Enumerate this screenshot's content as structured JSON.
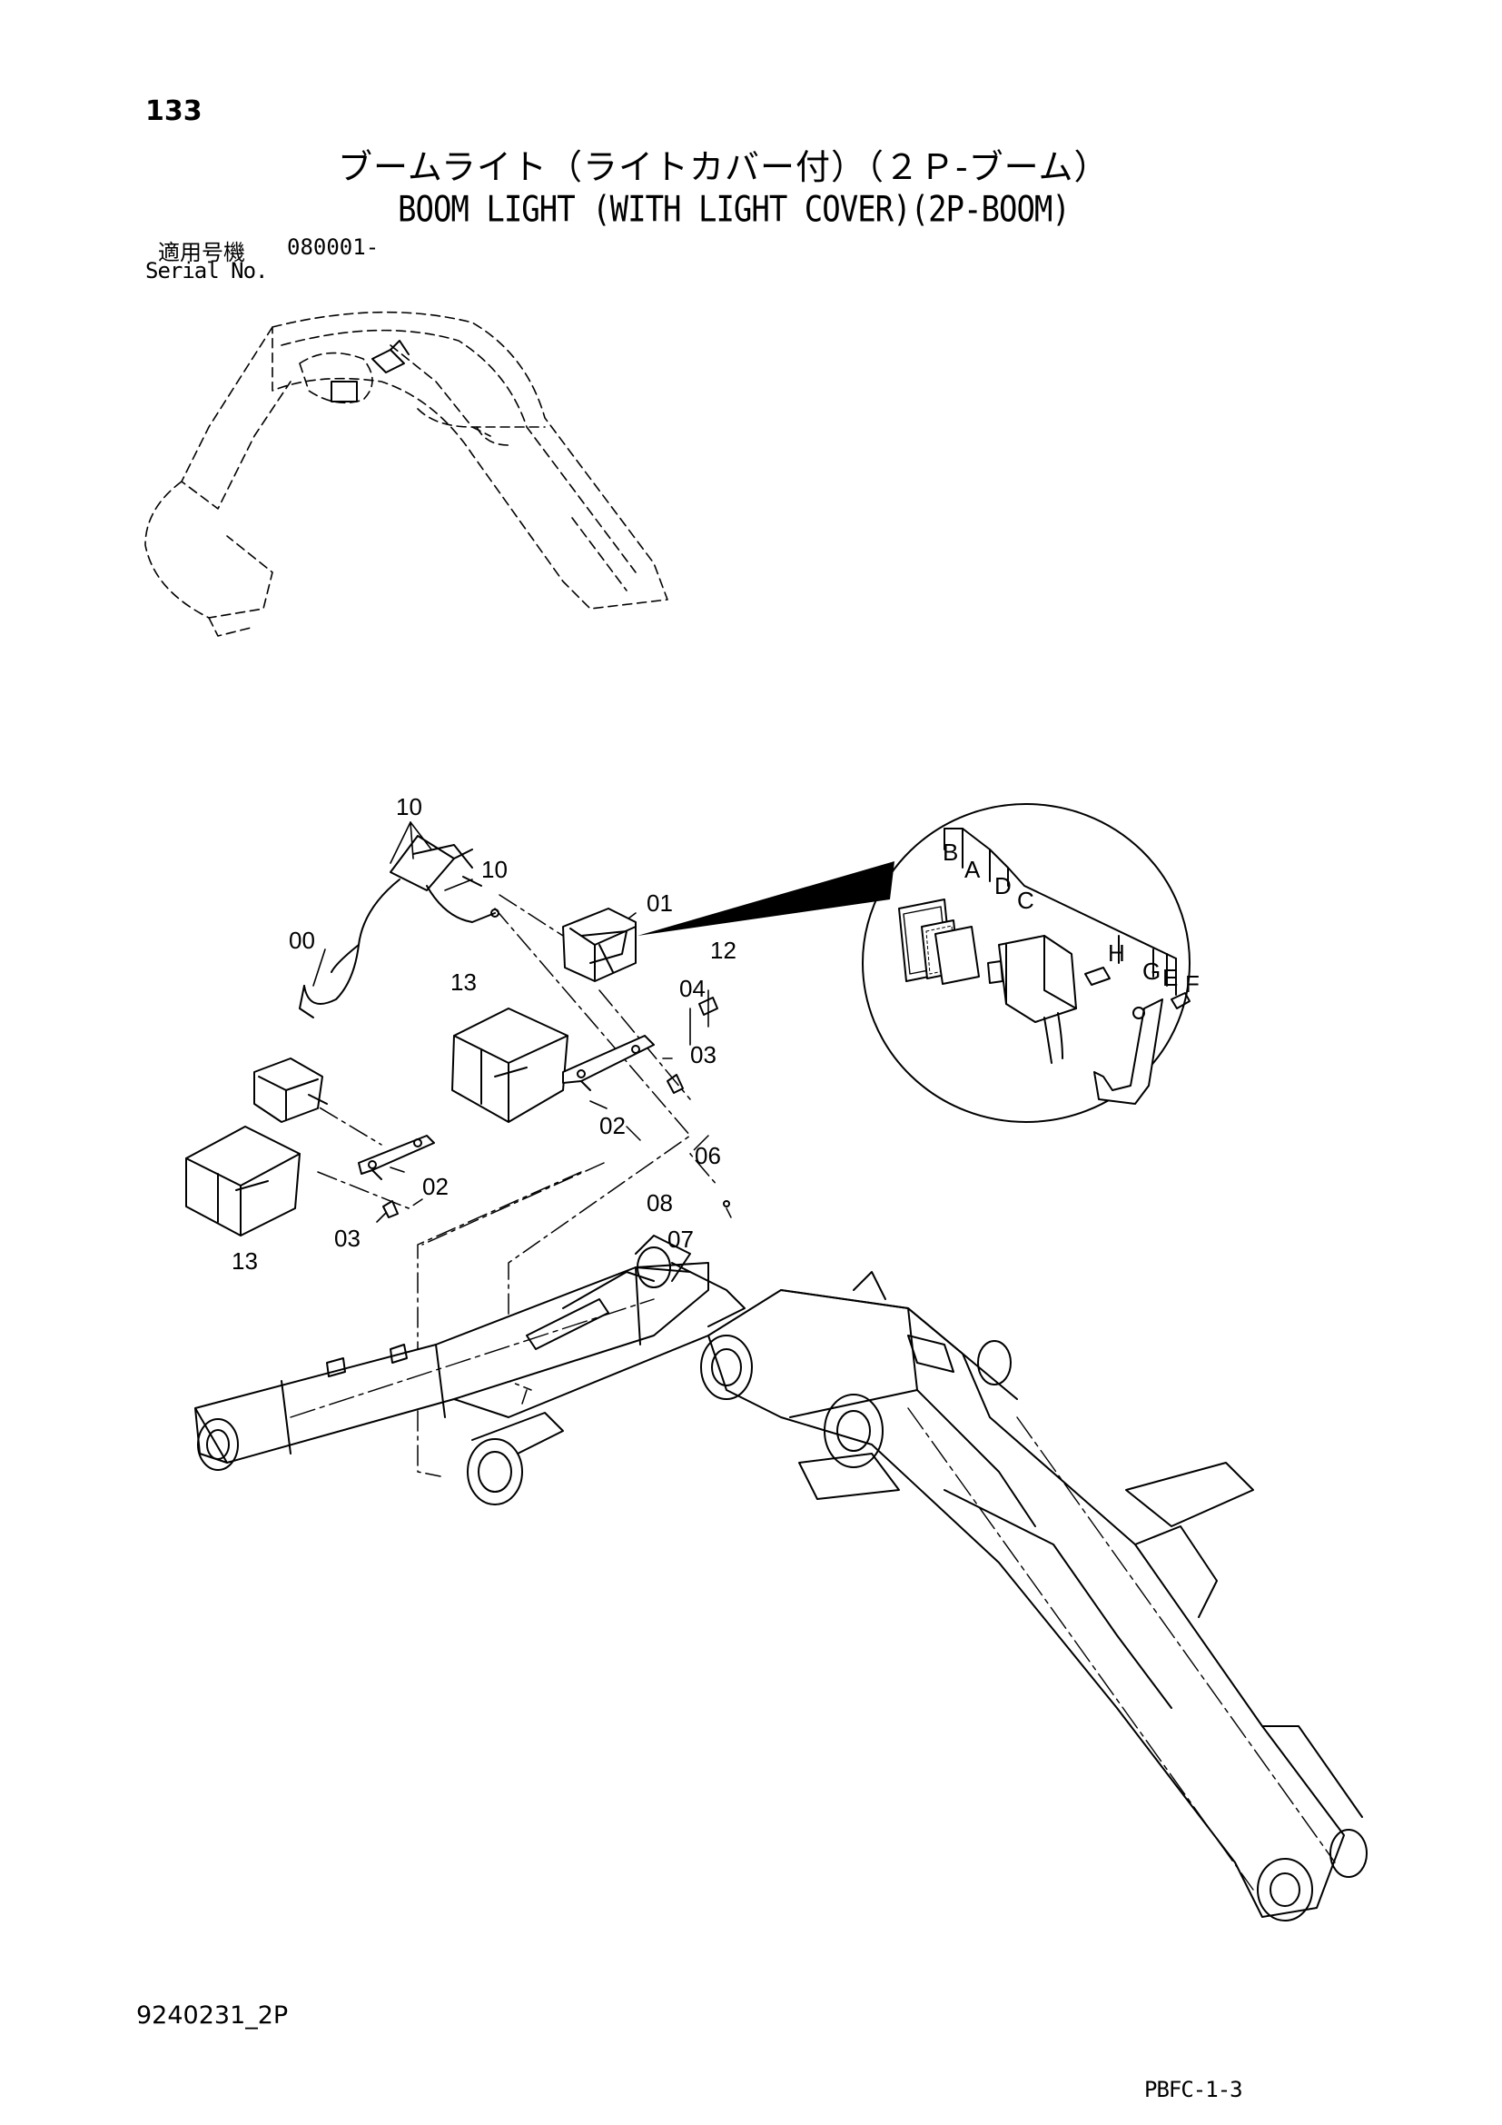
{
  "page": {
    "page_number": "133",
    "title_jp": "ブームライト（ライトカバー付）（２Ｐ-ブーム）",
    "title_en": "BOOM LIGHT (WITH LIGHT COVER)(2P-BOOM)",
    "serial_label_jp": "適用号機",
    "serial_value": "080001-",
    "serial_label_en": "Serial No.",
    "doc_id": "9240231_2P",
    "page_code": "PBFC-1-3"
  },
  "callouts": {
    "c10a": "10",
    "c10b": "10",
    "c00": "00",
    "c01": "01",
    "c04": "04",
    "c12": "12",
    "c13a": "13",
    "c03a": "03",
    "c02a": "02",
    "c06": "06",
    "c02b": "02",
    "c08": "08",
    "c07": "07",
    "c03b": "03",
    "c13b": "13"
  },
  "detail_callouts": {
    "B": "B",
    "A": "A",
    "D": "D",
    "C": "C",
    "H": "H",
    "G": "G",
    "E": "E",
    "F": "F"
  }
}
